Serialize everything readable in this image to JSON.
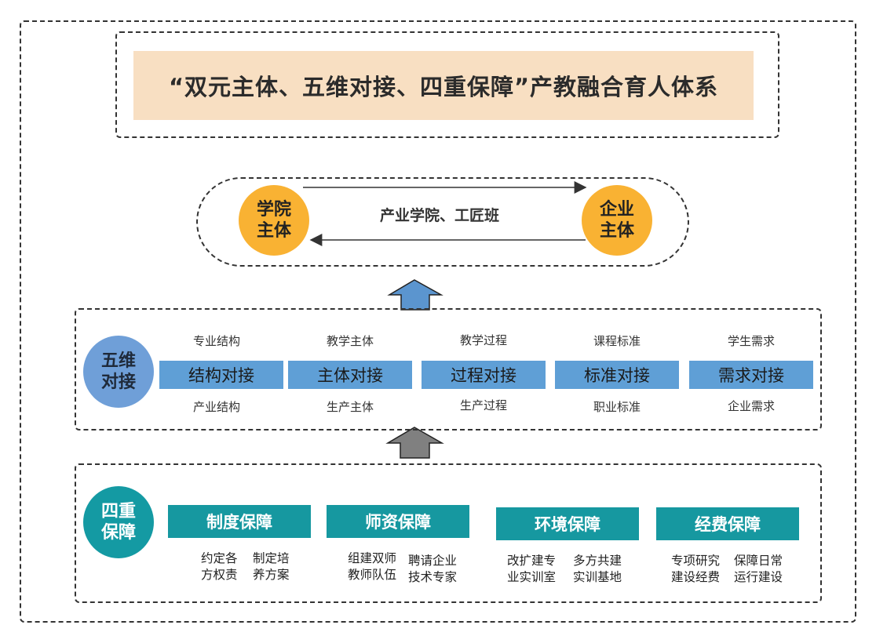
{
  "title": "“双元主体、五维对接、四重保障”产教融合育人体系",
  "entities": {
    "college": "学院\n主体",
    "enterprise": "企业\n主体",
    "bridge": "产业学院、工匠班"
  },
  "docking": {
    "circle": "五维\n对接",
    "items": [
      {
        "top": "专业结构",
        "bar": "结构对接",
        "bottom": "产业结构"
      },
      {
        "top": "教学主体",
        "bar": "主体对接",
        "bottom": "生产主体"
      },
      {
        "top": "教学过程",
        "bar": "过程对接",
        "bottom": "生产过程"
      },
      {
        "top": "课程标准",
        "bar": "标准对接",
        "bottom": "职业标准"
      },
      {
        "top": "学生需求",
        "bar": "需求对接",
        "bottom": "企业需求"
      }
    ]
  },
  "guarantee": {
    "circle": "四重\n保障",
    "items": [
      {
        "bar": "制度保障",
        "left": "约定各\n方权责",
        "right": "制定培\n养方案"
      },
      {
        "bar": "师资保障",
        "left": "组建双师\n教师队伍",
        "right": "聘请企业\n技术专家"
      },
      {
        "bar": "环境保障",
        "left": "改扩建专\n业实训室",
        "right": "多方共建\n实训基地"
      },
      {
        "bar": "经费保障",
        "left": "专项研究\n建设经费",
        "right": "保障日常\n运行建设"
      }
    ]
  },
  "colors": {
    "title_bg": "#f8dfc2",
    "entity": "#f9b233",
    "dock_circle": "#6f9fd8",
    "dock_bar": "#5f9fd6",
    "guarantee": "#1698a0",
    "arrow_blue": "#5b95cf",
    "arrow_gray": "#808080"
  }
}
